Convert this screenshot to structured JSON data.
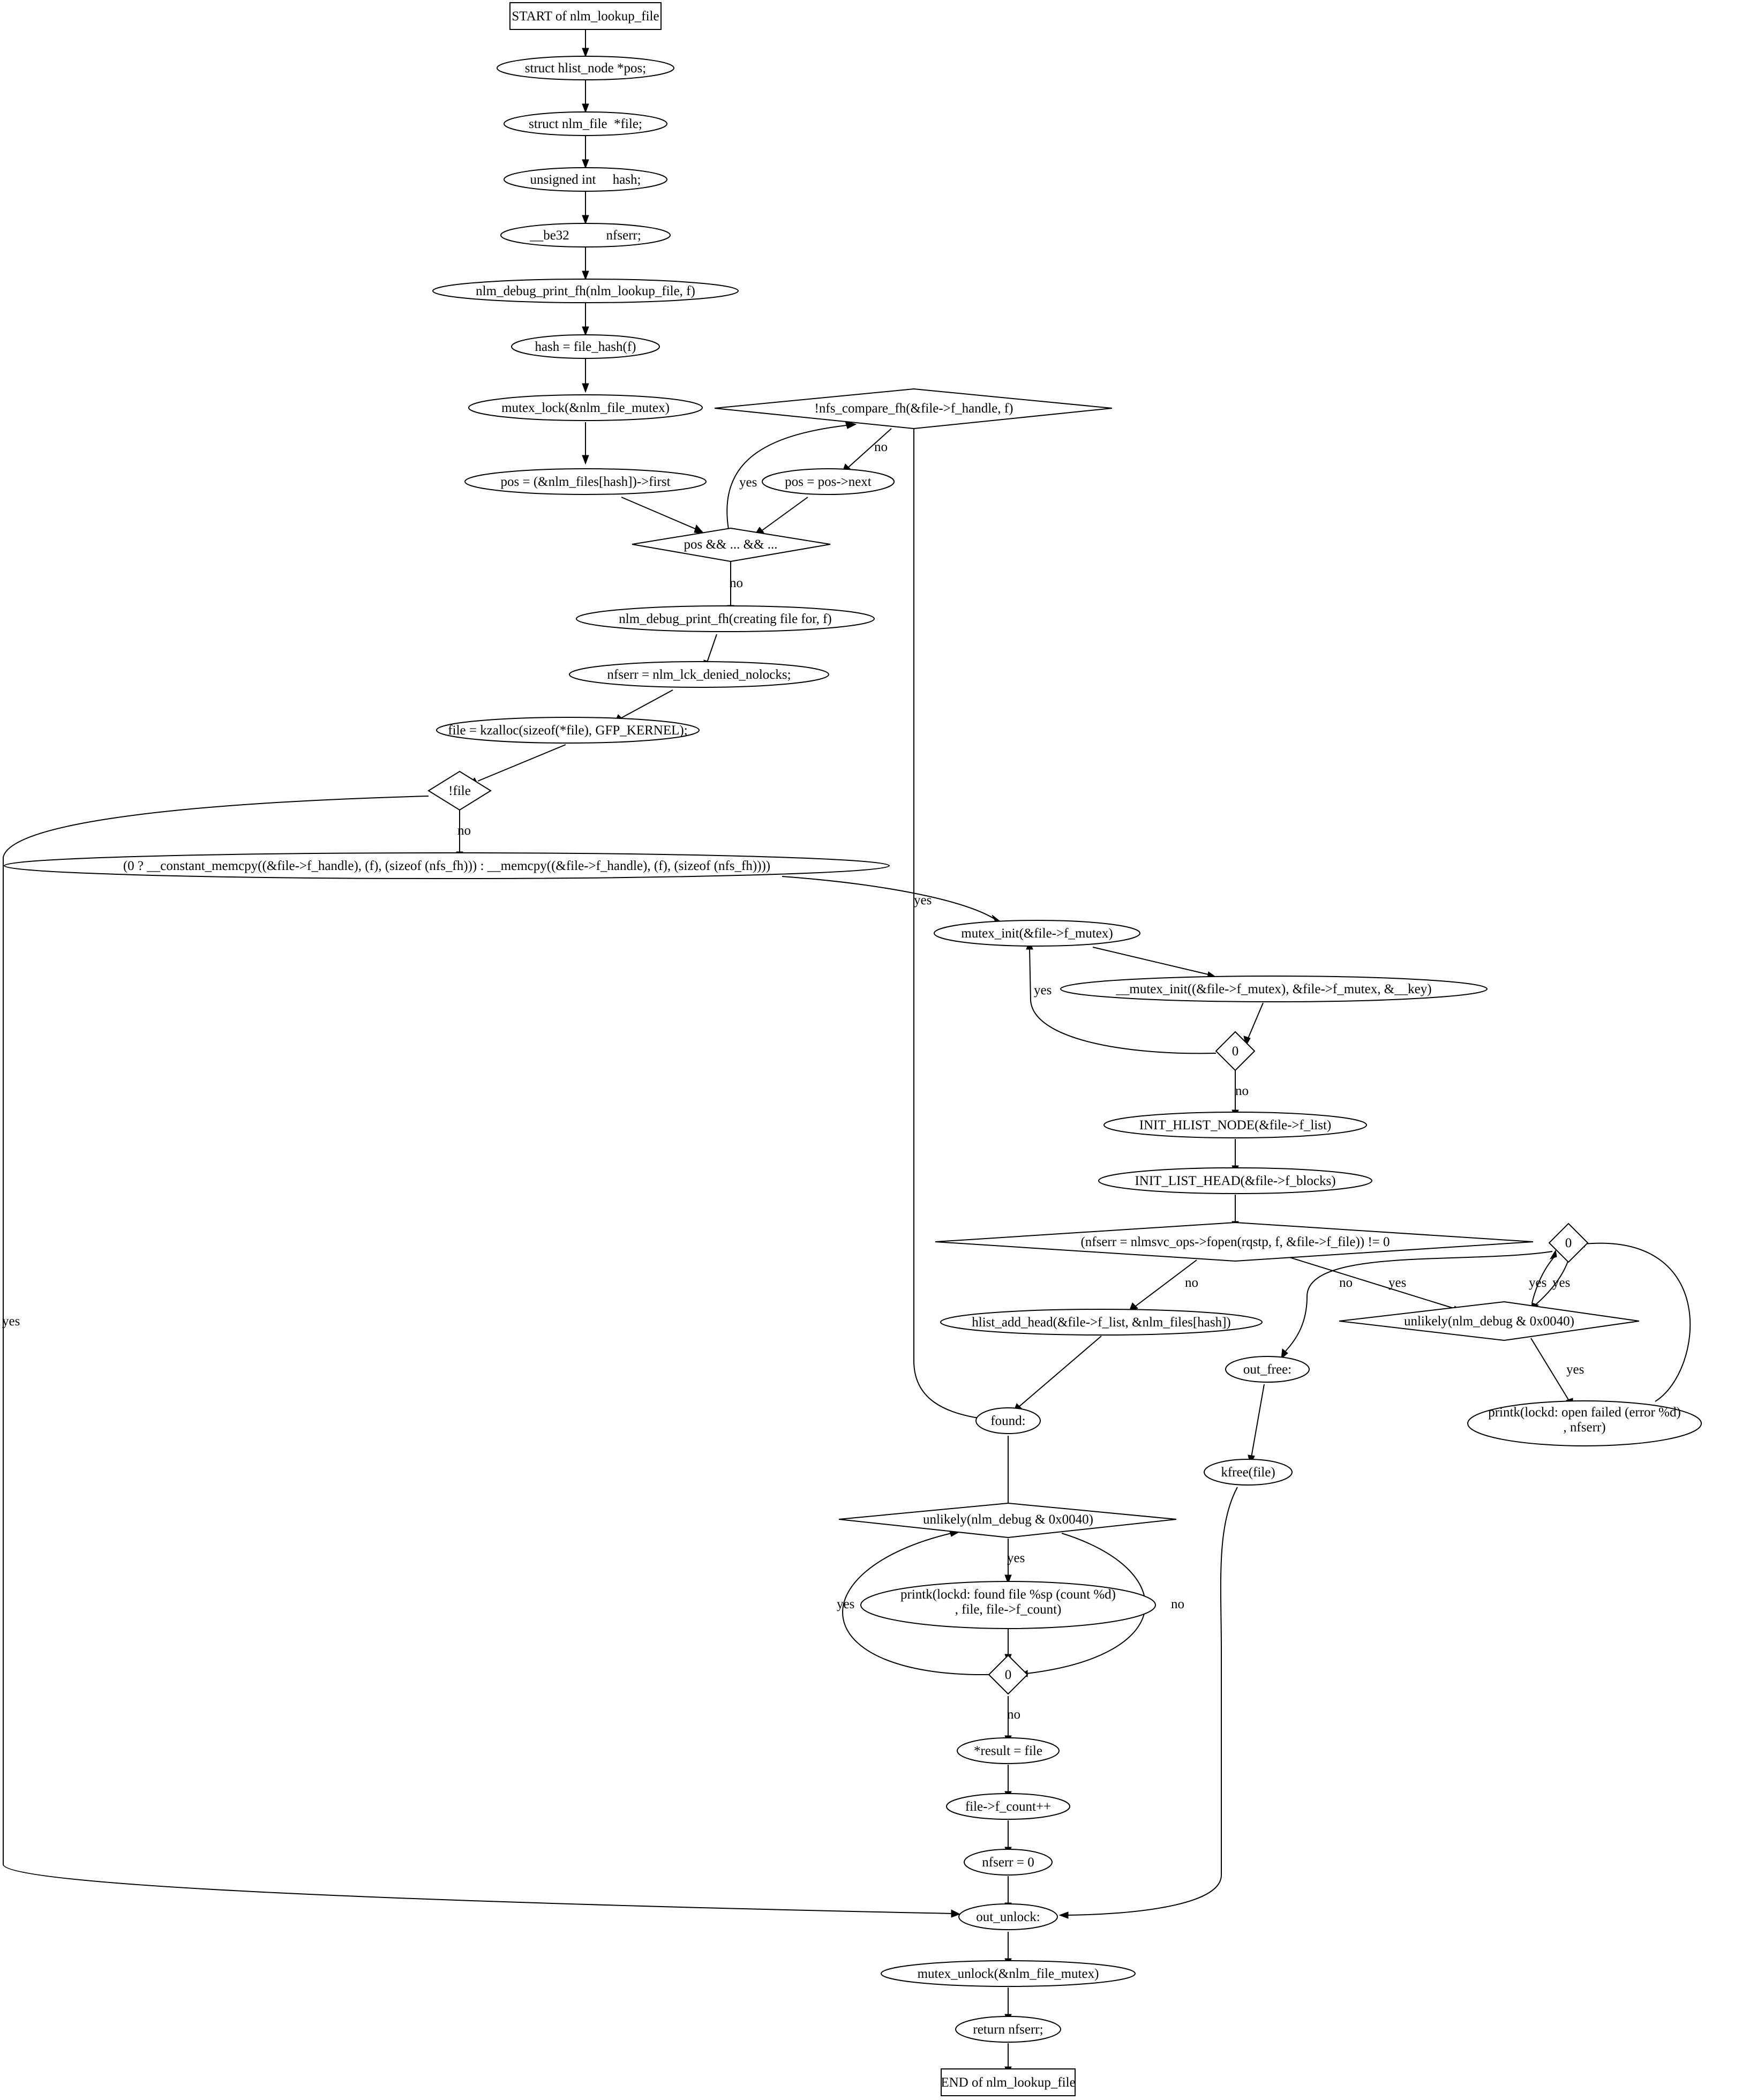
{
  "colors": {
    "background": "#ffffff",
    "stroke": "#000000",
    "node_fill": "#ffffff",
    "lock_fill": "#add8e6",
    "unlock_fill": "#ffff00"
  },
  "nodes": {
    "start": "START of nlm_lookup_file",
    "decl_pos": "struct hlist_node *pos;",
    "decl_file": "struct nlm_file  *file;",
    "decl_hash": "unsigned int     hash;",
    "decl_nfserr": "__be32           nfserr;",
    "debug_print_lookup": "nlm_debug_print_fh(nlm_lookup_file, f)",
    "hash_assign": "hash = file_hash(f)",
    "mutex_lock": "mutex_lock(&nlm_file_mutex)",
    "pos_first": "pos = (&nlm_files[hash])->first",
    "compare_fh": "!nfs_compare_fh(&file->f_handle, f)",
    "pos_next": "pos = pos->next",
    "pos_cond": "pos && ... && ...",
    "debug_print_creating": "nlm_debug_print_fh(creating file for, f)",
    "nfserr_denied": "nfserr = nlm_lck_denied_nolocks;",
    "kzalloc": "file = kzalloc(sizeof(*file), GFP_KERNEL);",
    "not_file": "!file",
    "memcpy": "(0 ? __constant_memcpy((&file->f_handle), (f), (sizeof (nfs_fh))) : __memcpy((&file->f_handle), (f), (sizeof (nfs_fh))))",
    "mutex_init": "mutex_init(&file->f_mutex)",
    "mutex_init_inner": "__mutex_init((&file->f_mutex), &file->f_mutex, &__key)",
    "zero_cond_1": "0",
    "init_hlist_node": "INIT_HLIST_NODE(&file->f_list)",
    "init_list_head": "INIT_LIST_HEAD(&file->f_blocks)",
    "fopen_cond": "(nfserr = nlmsvc_ops->fopen(rqstp, f, &file->f_file)) != 0",
    "zero_cond_2": "0",
    "hlist_add_head": "hlist_add_head(&file->f_list, &nlm_files[hash])",
    "unlikely_debug_1": "unlikely(nlm_debug & 0x0040)",
    "out_free": "out_free:",
    "printk_open_failed": [
      "printk(lockd: open failed (error %d)",
      ", nfserr)"
    ],
    "found": "found:",
    "kfree": "kfree(file)",
    "unlikely_debug_2": "unlikely(nlm_debug & 0x0040)",
    "printk_found": [
      "printk(lockd: found file %sp (count %d)",
      ", file, file->f_count)"
    ],
    "zero_cond_3": "0",
    "result_assign": "*result = file",
    "count_inc": "file->f_count++",
    "nfserr_zero": "nfserr = 0",
    "out_unlock": "out_unlock:",
    "mutex_unlock": "mutex_unlock(&nlm_file_mutex)",
    "return_nfserr": "return nfserr;",
    "end": "END of nlm_lookup_file"
  },
  "edge_labels": {
    "compare_no": "no",
    "compare_yes": "yes",
    "pos_cond_yes": "yes",
    "pos_cond_no": "no",
    "not_file_no": "no",
    "not_file_yes": "yes",
    "zero1_yes": "yes",
    "zero1_no": "no",
    "fopen_no": "no",
    "fopen_yes": "yes",
    "zero2_no": "no",
    "unlikely1_yes_to_zero2": "yes",
    "unlikely1_yes": "yes",
    "unlikely2_yes": "yes",
    "unlikely2_no": "no",
    "zero3_yes": "yes",
    "zero3_no": "no"
  }
}
